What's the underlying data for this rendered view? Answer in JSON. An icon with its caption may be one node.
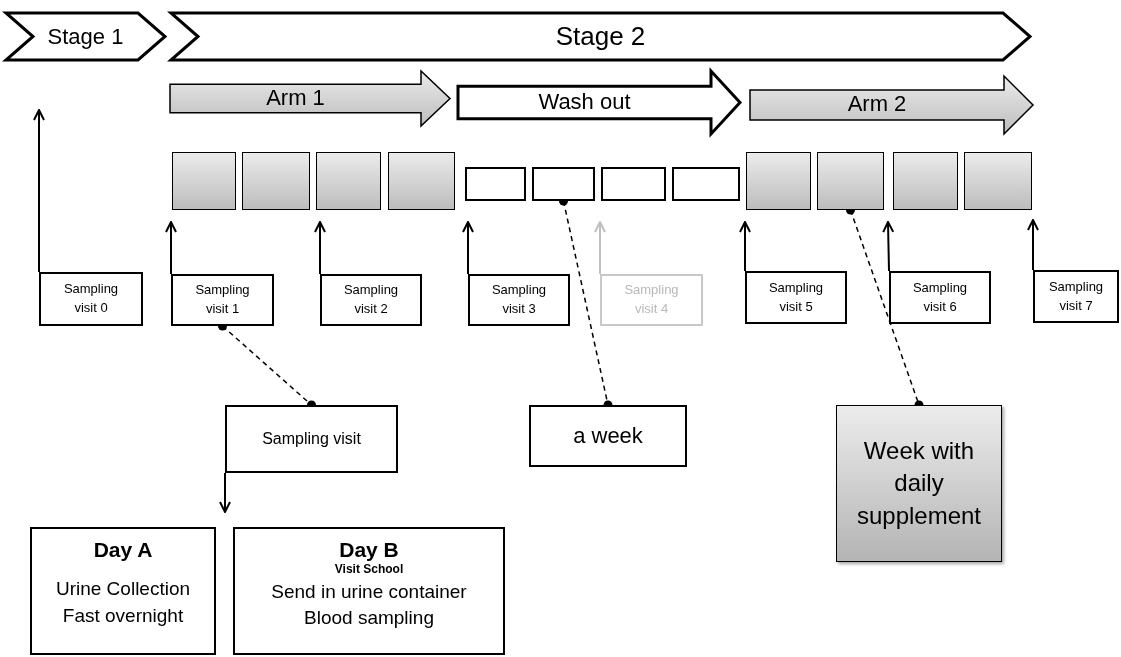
{
  "diagram": {
    "nodes": [
      {
        "text": [
          "Stage 1"
        ]
      },
      {
        "text": [
          "Stage 2"
        ]
      },
      {
        "text": [
          "Arm 1"
        ]
      },
      {
        "text": [
          "Wash out"
        ]
      },
      {
        "text": [
          "Arm 2"
        ]
      },
      {
        "text": [],
        "shape": "box"
      },
      {
        "text": [],
        "shape": "box"
      },
      {
        "text": [],
        "shape": "box"
      },
      {
        "text": [],
        "shape": "box"
      },
      {
        "text": [],
        "shape": "box"
      },
      {
        "text": [],
        "shape": "box"
      },
      {
        "text": [],
        "shape": "box"
      },
      {
        "text": [],
        "shape": "box"
      },
      {
        "text": [],
        "shape": "box"
      },
      {
        "text": [],
        "shape": "box"
      },
      {
        "text": [],
        "shape": "box"
      },
      {
        "text": [],
        "shape": "box"
      },
      {
        "text": [
          "Sampling visit 0"
        ]
      },
      {
        "text": [
          "Sampling visit 1"
        ]
      },
      {
        "text": [
          "Sampling visit 2"
        ]
      },
      {
        "text": [
          "Sampling visit 3"
        ]
      },
      {
        "text": [
          "Sampling visit 4"
        ]
      },
      {
        "text": [
          "Sampling visit 5"
        ]
      },
      {
        "text": [
          "Sampling visit 6"
        ]
      },
      {
        "text": [
          "Sampling visit 7"
        ]
      },
      {
        "text": [
          "Sampling visit"
        ]
      },
      {
        "text": [
          "a week"
        ]
      },
      {
        "text": [
          "Week with daily supplement"
        ]
      },
      {
        "text": [
          "Day A",
          "Urine Collection",
          "Fast overnight"
        ]
      },
      {
        "text": [
          "Day B",
          "Visit School",
          "Send in urine container",
          "Blood sampling"
        ]
      }
    ],
    "edges": [
      {
        "from": 17,
        "to": null,
        "arrow": "to"
      },
      {
        "from": 18,
        "to": 5,
        "arrow": "to"
      },
      {
        "from": 19,
        "to": 7,
        "arrow": "to"
      },
      {
        "from": 20,
        "to": 8,
        "arrow": "to"
      },
      {
        "from": 21,
        "to": 10,
        "arrow": "to",
        "color": "#c0c0c0"
      },
      {
        "from": 22,
        "to": 13,
        "arrow": "to"
      },
      {
        "from": 23,
        "to": 15,
        "arrow": "to"
      },
      {
        "from": 24,
        "to": 16,
        "arrow": "to"
      },
      {
        "from": 18,
        "to": 25,
        "arrow": "other",
        "style": "dashed"
      },
      {
        "from": 10,
        "to": 26,
        "arrow": "other",
        "style": "dashed"
      },
      {
        "from": 14,
        "to": 27,
        "arrow": "other",
        "style": "dashed"
      },
      {
        "from": 25,
        "to": 28,
        "arrow": "to"
      }
    ]
  }
}
